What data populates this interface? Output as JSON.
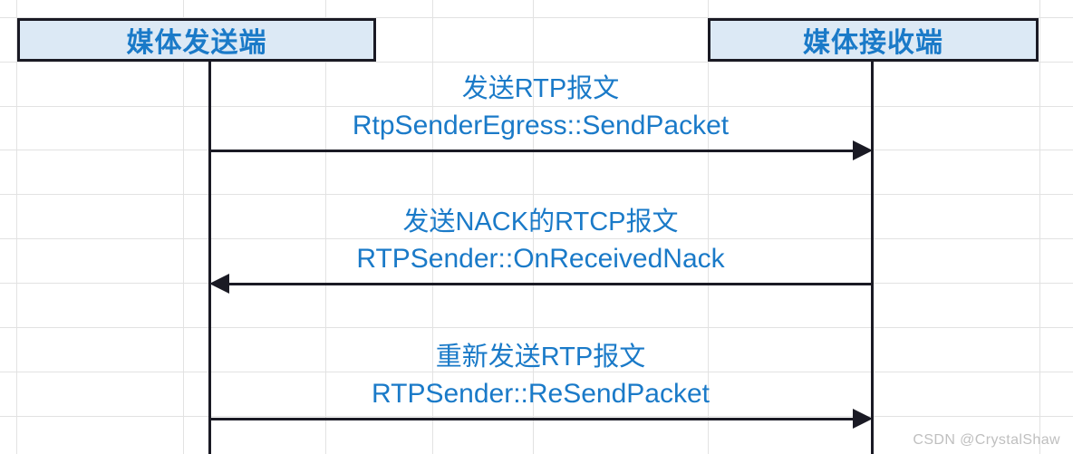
{
  "diagram": {
    "type": "sequence-diagram",
    "title": "RTP/NACK retransmission sequence",
    "background": "#ffffff",
    "grid_color": "#e2e2e2",
    "accent_text_color": "#1a7ac8",
    "box_fill_color": "#dce9f5",
    "box_border_color": "#1a1a24",
    "line_color": "#1a1a24"
  },
  "participants": [
    {
      "id": "sender",
      "label": "媒体发送端"
    },
    {
      "id": "receiver",
      "label": "媒体接收端"
    }
  ],
  "messages": [
    {
      "index": 1,
      "from": "sender",
      "to": "receiver",
      "direction": "right",
      "line1": "发送RTP报文",
      "line2": "RtpSenderEgress::SendPacket"
    },
    {
      "index": 2,
      "from": "receiver",
      "to": "sender",
      "direction": "left",
      "line1": "发送NACK的RTCP报文",
      "line2": "RTPSender::OnReceivedNack"
    },
    {
      "index": 3,
      "from": "sender",
      "to": "receiver",
      "direction": "right",
      "line1": "重新发送RTP报文",
      "line2": "RTPSender::ReSendPacket"
    }
  ],
  "watermark": {
    "text": "CSDN @CrystalShaw"
  }
}
